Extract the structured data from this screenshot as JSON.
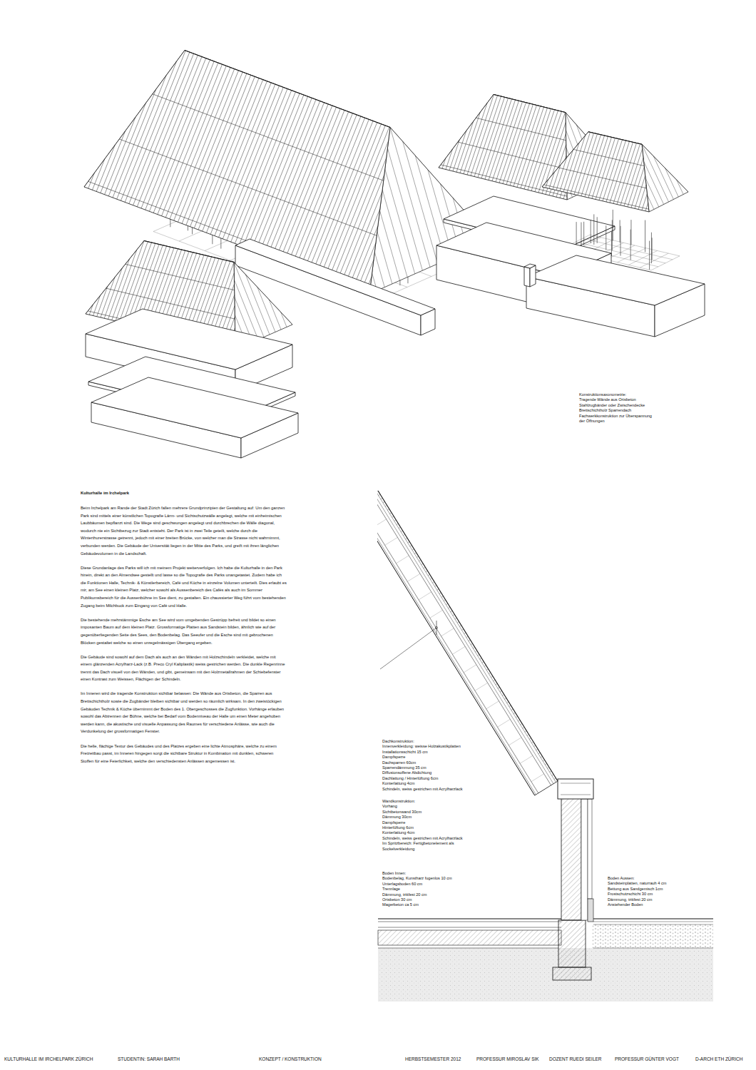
{
  "diagram": {
    "labels": [
      "Konstruktionsaxonometrie:",
      "Tragende Wände aus Ortsbeton",
      "Stahlzugbänder oder Zwischendecke",
      "Brettschichtholz Sparrendach",
      "Fachwerkkonstruktion zur Überspannung",
      "der Öffnungen",
      "Kulturhalle im Irchelpark",
      "Beim Irchelpark am Rande der Stadt Zürich fallen mehrere Grundprinzipien der Gestaltung auf: Um den ganzen Park sind mittels einer künstlichen Topografie Lärm- und Sichtschutzwälle angelegt, welche mit einheimischen Laubbäumen bepflanzt sind. Die Wege sind geschwungen angelegt und durchbrechen die Wälle diagonal, wodurch nie ein Sichtbezug zur Stadt entsteht. Der Park ist in zwei Teile geteilt, welche durch die Winterthurerstrasse getrennt, jedoch mit einer breiten Brücke, von welcher man die Strasse nicht wahrnimmt, verbunden werden. Die Gebäude der Universität liegen in der Mitte des Parks, und greift mit ihren länglichen Gebäudevolumen in die Landschaft.",
      "Diese Grundanlage des Parks will ich mit meinem Projekt weiterverfolgen. Ich habe die Kulturhalle in den Park hinein, direkt an den Almendsee gestellt und lasse so die Topografie des Parks unangetastet. Zudem habe ich die Funktionen Halle, Technik- & Künstlerbereich, Café und Küche in einzelne Volumen unterteilt. Dies erlaubt es mir, am See einen kleinen Platz, welcher sowohl als Aussenbereich des Cafés als auch im Sommer Publikumsbereich für die Aussenbühne im See dient, zu gestalten. Ein chaussierter Weg führt vom bestehenden Zugang beim Milchbuck zum Eingang von Café und Halle.",
      "Die bestehende mehrstämmige Esche am See wird vom umgebenden Gestrüpp befreit und bildet so einen imposanten Baum auf dem kleinen Platz. Grossformatige Platten aus Sandstein bilden, ähnlich wie auf der gegenüberliegenden Seite des Sees, den Bodenbelag. Das Seeufer und die Esche sind mit gebrochenen Blöcken gestaltet welche so einen unregelmässigen Übergang ergeben.",
      "Die Gebäude sind sowohl auf dem Dach als auch an den Wänden mit Holzschindeln verkleidet, welche mit einem glänzenden Acrylharz-Lack (z.B. Preco Cryl Kaltplastik) weiss gestrichen werden. Die dunkle Regenrinne trennt das Dach visuell von den Wänden, und gibt, gemeinsam mit den Holzmetallrahmen der Schiebefenster einen Kontrast zum Weissen, Flächigen der Schindeln.",
      "Im Inneren wird die tragende Konstruktion sichtbar belassen: Die Wände aus Ortsbeton, die Sparren aus Brettschichtholz sowie die Zugbänder bleiben sichtbar und werden so räumlich wirksam. In den zweistöckigen Gebäuden Technik & Küche übernimmt der Boden des 1. Obergeschosses die Zugfunktion. Vorhänge erlauben sowohl das Abtrennen der Bühne, welche bei Bedarf vom Bodenniveau der Halle um einen Meter angehoben werden kann, die akustische und visuelle Anpassung des Raumes für verschiedene Anlässe, wie auch die Verdunkelung der grossformatigen Fenster.",
      "Die helle, flächige Textur des Gebäudes und des Platzes ergeben eine lichte Atmosphäre, welche zu einem Freizeitbau passt, im Inneren hingegen sorgt die sichtbare Struktur in Kombination mit dunklen, schweren Stoffen für eine Feierlichkeit, welche den verschiedensten Anlässen angemessen ist.",
      "Dachkonstruktion:",
      "Innenverkleidung: weisse Holzakustikplatten",
      "Installationsschicht 15 cm",
      "Dampfsperre",
      "Dachsparren 60cm",
      "Sparrendämmung 35 cm",
      "Diffusionsoffene Abdichtung",
      "Dachlattung / Hinterlüftung 6cm",
      "Konterlattung 4cm",
      "Schindeln, weiss gestrichen mit Acrylharzlack",
      "Wandkonstruktion:",
      "Vorhang",
      "Sichtbetonwand 30cm",
      "Dämmung 30cm",
      "Dampfsperre",
      "Hinterlüftung 6cm",
      "Konterlattung 4cm",
      "Schindeln, weiss gestrichen mit Acrylharzlack",
      "Im Spritzbereich: Fertigbetonelement als Sockelverkleidung",
      "Boden Innen:",
      "Bodenbelag, Kunstharz fugenlos 10 cm",
      "Unterlagsboden 60 cm",
      "Trennlage",
      "Dämmung, trittfest 20 cm",
      "Ortsbeton 30 cm",
      "Magerbeton ca 5 cm",
      "Boden Aussen:",
      "Sandsteinplatten, naturrauh 4 cm",
      "Bettung aus Sandgemisch 1cm",
      "Frostschutzschicht 30 cm",
      "Dämmung, trittfest 20 cm",
      "Anstehender Boden",
      "KULTURHALLE IM IRCHELPARK ZÜRICH",
      "STUDENTIN: SARAH BARTH",
      "KONZEPT / KONSTRUKTION",
      "HERBSTSEMESTER 2012",
      "PROFESSUR MIROSLAV SIK",
      "DOZENT RUEDI SEILER",
      "PROFESSUR GÜNTER VOGT",
      "D-ARCH ETH ZÜRICH"
    ]
  }
}
